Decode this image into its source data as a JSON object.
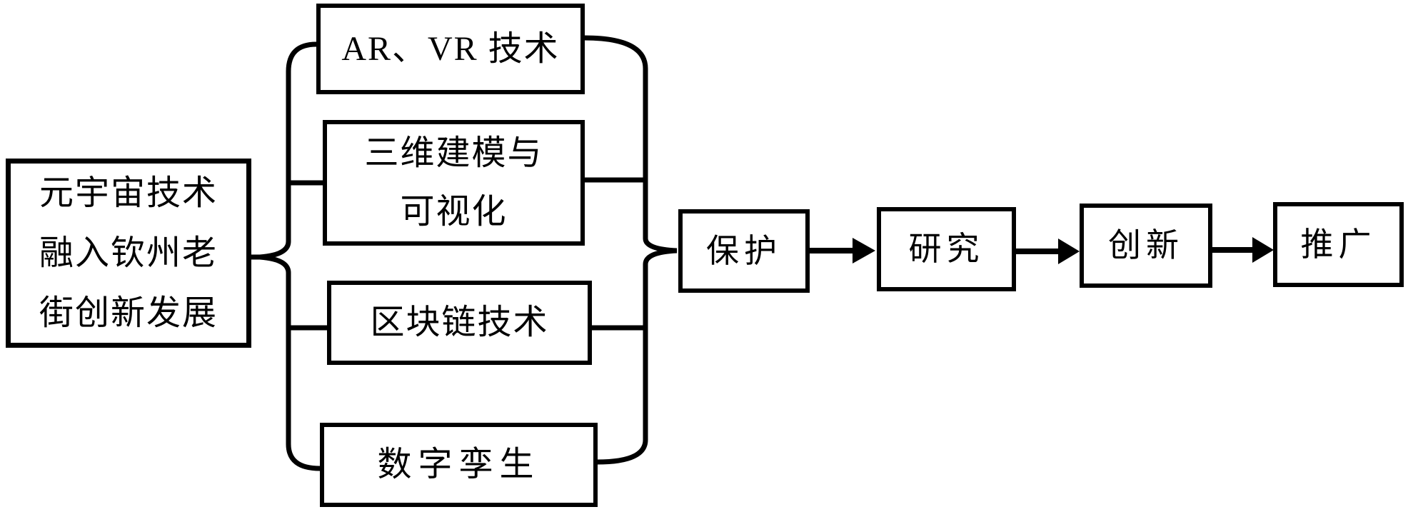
{
  "colors": {
    "line": "#000000",
    "background": "#ffffff",
    "text": "#000000"
  },
  "diagram": {
    "source": {
      "line1": "元宇宙技术",
      "line2": "融入钦州老",
      "line3": "街创新发展"
    },
    "technologies": [
      {
        "name": "ar-vr",
        "line1": "AR、VR 技术"
      },
      {
        "name": "3d-modeling-visualization",
        "line1": "三维建模与",
        "line2": "可视化"
      },
      {
        "name": "blockchain",
        "line1": "区块链技术"
      },
      {
        "name": "digital-twin",
        "line1": "数字孪生"
      }
    ],
    "flow_stages": [
      {
        "name": "protect",
        "label": "保护"
      },
      {
        "name": "research",
        "label": "研究"
      },
      {
        "name": "innovate",
        "label": "创新"
      },
      {
        "name": "promote",
        "label": "推广"
      }
    ]
  }
}
